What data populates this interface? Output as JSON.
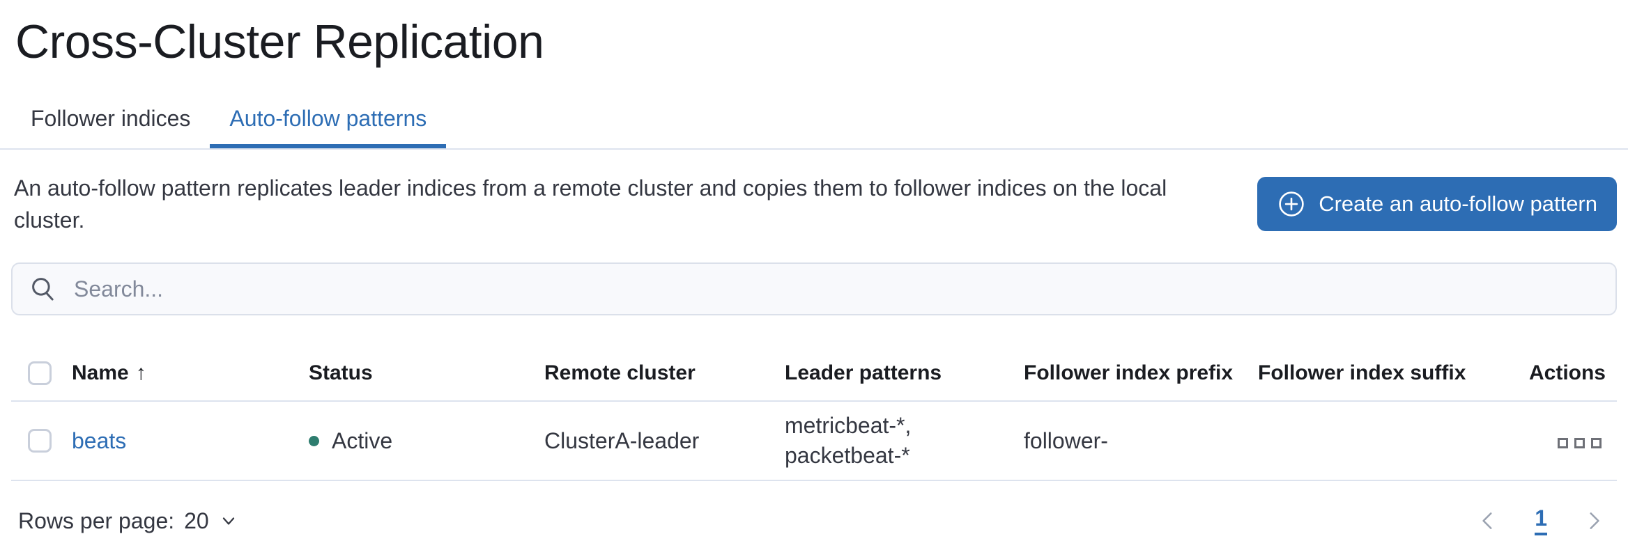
{
  "header": {
    "title": "Cross-Cluster Replication"
  },
  "tabs": [
    {
      "label": "Follower indices",
      "selected": false
    },
    {
      "label": "Auto-follow patterns",
      "selected": true
    }
  ],
  "intro": {
    "description": "An auto-follow pattern replicates leader indices from a remote cluster and copies them to follower indices on the local cluster.",
    "create_button_label": "Create an auto-follow pattern"
  },
  "search": {
    "placeholder": "Search...",
    "value": ""
  },
  "table": {
    "columns": [
      "Name",
      "Status",
      "Remote cluster",
      "Leader patterns",
      "Follower index prefix",
      "Follower index suffix",
      "Actions"
    ],
    "sort": {
      "column": "Name",
      "direction": "ascending",
      "arrow_glyph": "↑"
    },
    "rows": [
      {
        "name": "beats",
        "status": "Active",
        "remote_cluster": "ClusterA-leader",
        "leader_patterns": [
          "metricbeat-*,",
          "packetbeat-*"
        ],
        "follower_index_prefix": "follower-",
        "follower_index_suffix": ""
      }
    ]
  },
  "footer": {
    "rows_per_page_label": "Rows per page:",
    "rows_per_page_value": "20",
    "pagination": {
      "current_page": "1"
    }
  },
  "icons": {
    "plus-in-circle": "circled plus on create button",
    "search": "magnifying glass",
    "sort-ascending": "up arrow",
    "chevron-down": "caret for rows-per-page popover",
    "chevron-left": "previous page",
    "chevron-right": "next page",
    "boxes-horizontal": "row actions (three squares)"
  },
  "colors": {
    "primary": "#2d6db4",
    "title_text": "#1a1c21",
    "body_text": "#343741",
    "border": "#dde3ee",
    "search_background": "#f8f9fc",
    "search_border": "#dbe0ea",
    "placeholder": "#82899a",
    "status_active_dot": "#2e7d6f",
    "disabled_chevron": "#9aa2b0",
    "actions_icon": "#6e7077",
    "button_text": "#ffffff"
  }
}
